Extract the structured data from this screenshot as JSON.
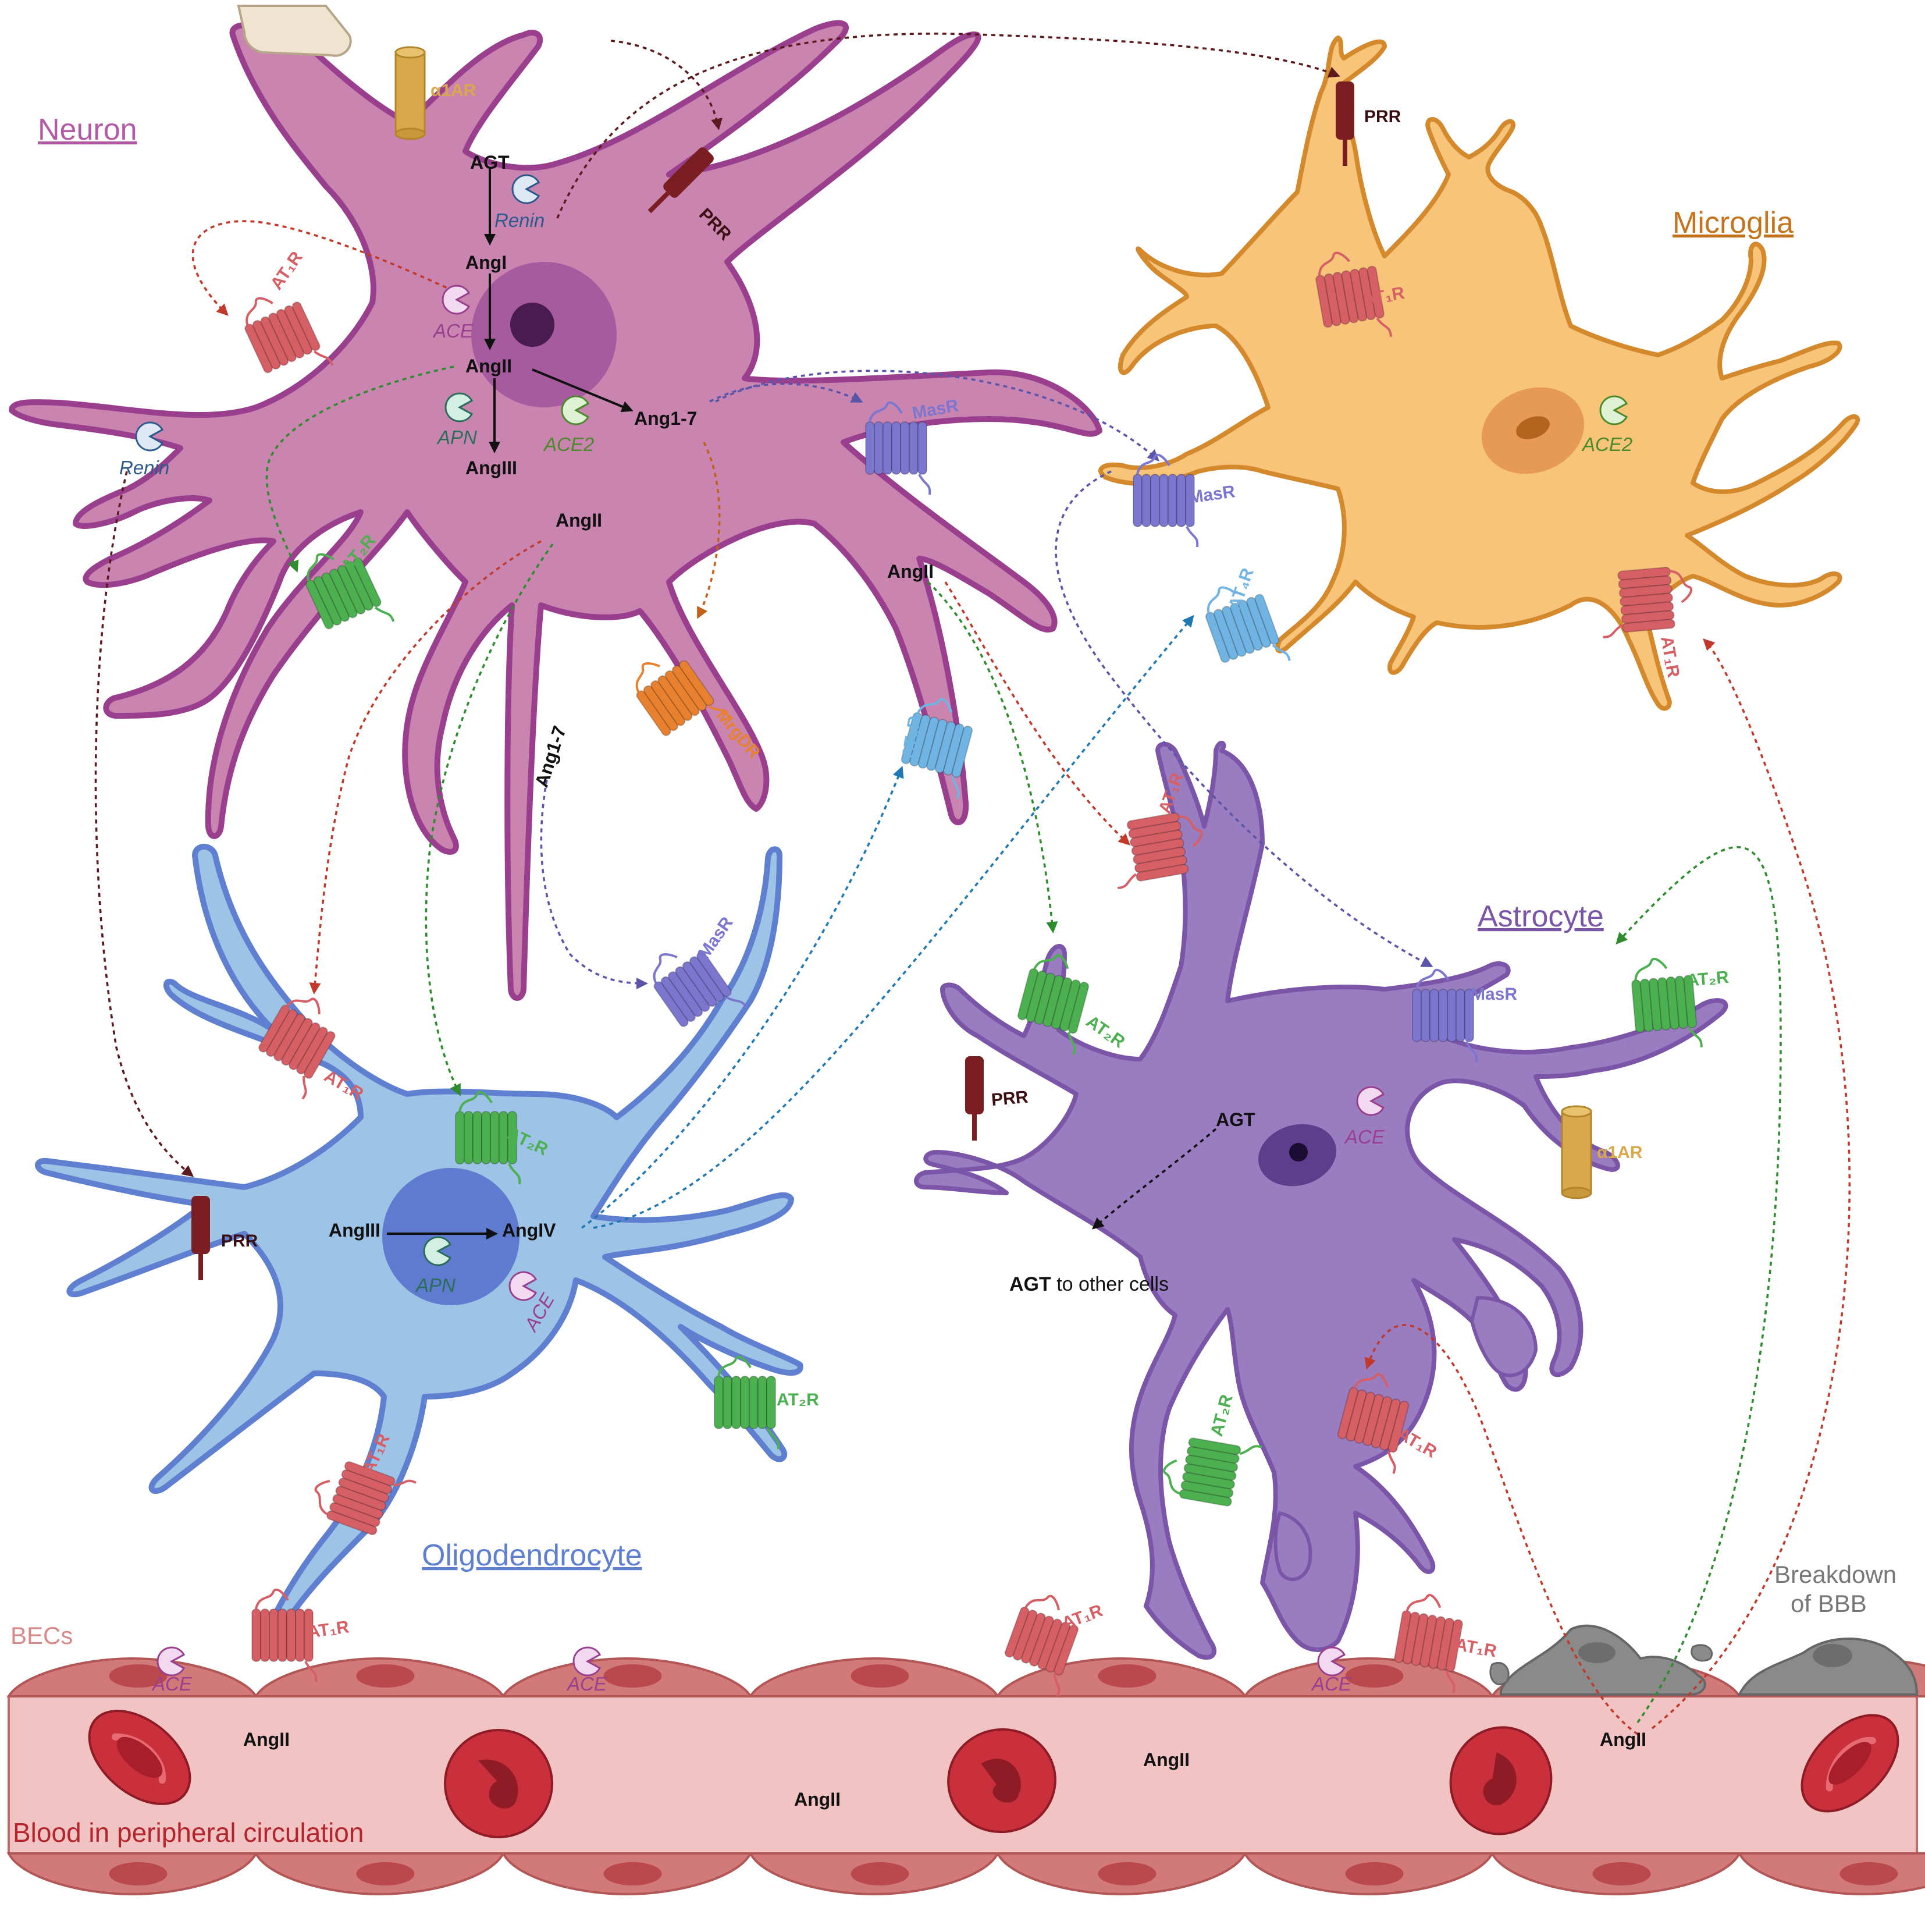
{
  "cells": {
    "neuron": "Neuron",
    "microglia": "Microglia",
    "astrocyte": "Astrocyte",
    "oligodendrocyte": "Oligodendrocyte",
    "becs": "BECs",
    "blood": "Blood in peripheral circulation",
    "bbb_line1": "Breakdown",
    "bbb_line2": "of BBB"
  },
  "molecules": {
    "agt": "AGT",
    "angi": "AngI",
    "angii": "AngII",
    "angiii": "AngIII",
    "angiv": "AngIV",
    "ang17": "Ang1-7",
    "agt_export_bold": "AGT",
    "agt_export_rest": " to other cells"
  },
  "enzymes": {
    "renin": "Renin",
    "ace": "ACE",
    "ace2": "ACE2",
    "apn": "APN"
  },
  "receptors": {
    "at1r": "AT₁R",
    "at2r": "AT₂R",
    "at4r": "AT₄R",
    "masr": "MasR",
    "mrgdr": "MrgDR",
    "prr": "PRR",
    "a1ar": "α1AR"
  },
  "colors": {
    "neuron": "#c984b0",
    "neuron_edge": "#9a3f8e",
    "microglia": "#f7c47a",
    "microglia_edge": "#d48a2c",
    "astrocyte": "#9a7cc0",
    "astrocyte_edge": "#7a55a8",
    "oligo": "#9dc3e6",
    "oligo_edge": "#5f7fd0",
    "blood": "#f2c3c3",
    "bec": "#d2797a",
    "rbc": "#c9303c",
    "at1r": "#d65f66",
    "at2r": "#4caf50",
    "at4r": "#6fb4e3",
    "masr": "#7c76cf",
    "mrgdr": "#e8812f",
    "prr": "#7a1e22",
    "a1ar": "#d9a84a"
  }
}
